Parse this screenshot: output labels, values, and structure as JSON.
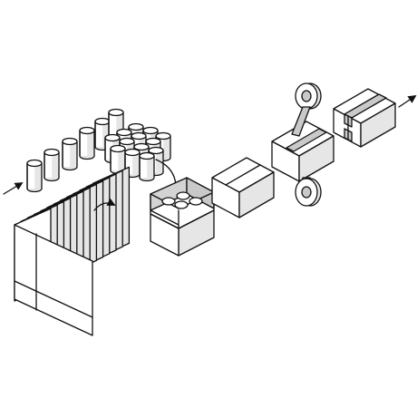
{
  "diagram": {
    "kind": "packaging-process-flow",
    "colors": {
      "line": "#111111",
      "face_light": "#ffffff",
      "face_mid": "#e6e6e6",
      "face_dark": "#c9c9c9",
      "background": "#ffffff"
    },
    "stages": [
      {
        "id": "cylinder-items",
        "icon": "cylinders-icon"
      },
      {
        "id": "flat-cardboard-blanks",
        "icon": "flat-blanks-icon"
      },
      {
        "id": "open-box-filling",
        "icon": "open-box-icon"
      },
      {
        "id": "closed-box",
        "icon": "box-icon"
      },
      {
        "id": "tape-sealing",
        "icon": "tape-rolls-icon"
      },
      {
        "id": "sealed-box-output",
        "icon": "sealed-box-icon"
      }
    ],
    "arrows": [
      "input-arrow",
      "blank-feed-arrow",
      "fill-arrow",
      "output-arrow"
    ]
  }
}
